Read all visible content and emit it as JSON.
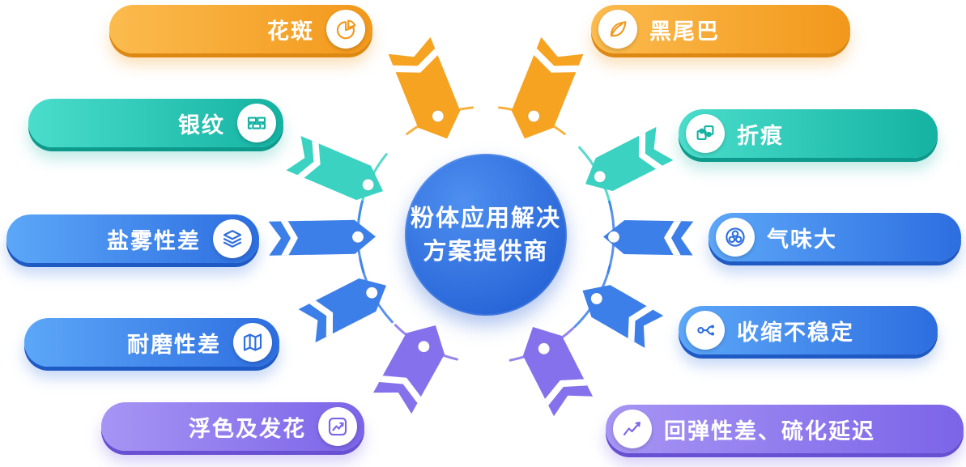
{
  "center": {
    "line1": "粉体应用解决",
    "line2": "方案提供商"
  },
  "palette": {
    "orange": {
      "from": "#FBBB4E",
      "to": "#F2981B",
      "dark": "#DE8814",
      "arrow": "#F6A321"
    },
    "teal": {
      "from": "#4ADDCB",
      "to": "#14B2A2",
      "dark": "#0D9A8C",
      "arrow": "#3BD2C1"
    },
    "blue": {
      "from": "#5CA7F8",
      "to": "#2D6EE0",
      "dark": "#1F5AC4",
      "arrow": "#3D7FE9"
    },
    "purple": {
      "from": "#A795F4",
      "to": "#7C64E8",
      "dark": "#6850D2",
      "arrow": "#8571EC"
    },
    "center_from": "#4E8FF0",
    "center_to": "#1C59D0",
    "chart_icon_stroke": "#3A3A3A"
  },
  "nodes": [
    {
      "label": "花斑",
      "icon": "pie-chart",
      "color": "orange",
      "side": "left"
    },
    {
      "label": "黑尾巴",
      "icon": "leaf",
      "color": "orange",
      "side": "right"
    },
    {
      "label": "银纹",
      "icon": "bricks",
      "color": "teal",
      "side": "left"
    },
    {
      "label": "折痕",
      "icon": "puzzle",
      "color": "teal",
      "side": "right"
    },
    {
      "label": "盐雾性差",
      "icon": "layers",
      "color": "blue",
      "side": "left"
    },
    {
      "label": "气味大",
      "icon": "bubbles",
      "color": "blue",
      "side": "right"
    },
    {
      "label": "耐磨性差",
      "icon": "map",
      "color": "blue",
      "side": "left"
    },
    {
      "label": "收缩不稳定",
      "icon": "branch-dots",
      "color": "blue",
      "side": "right"
    },
    {
      "label": "浮色及发花",
      "icon": "trend-arrow",
      "color": "purple",
      "side": "left"
    },
    {
      "label": "回弹性差、硫化延迟",
      "icon": "line-chart",
      "color": "purple",
      "side": "right"
    }
  ]
}
